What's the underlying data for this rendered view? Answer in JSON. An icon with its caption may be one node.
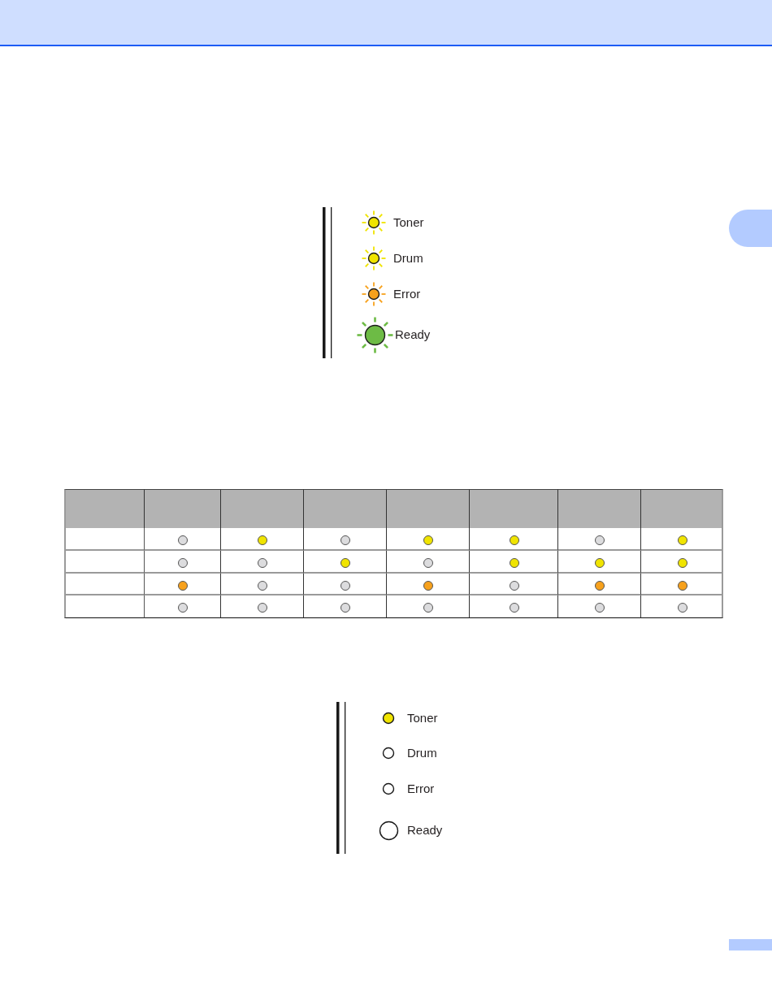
{
  "diagram": {
    "labels": [
      "Toner",
      "Drum",
      "Error",
      "Ready",
      "Toner",
      "Drum",
      "Error",
      "Ready"
    ]
  }
}
